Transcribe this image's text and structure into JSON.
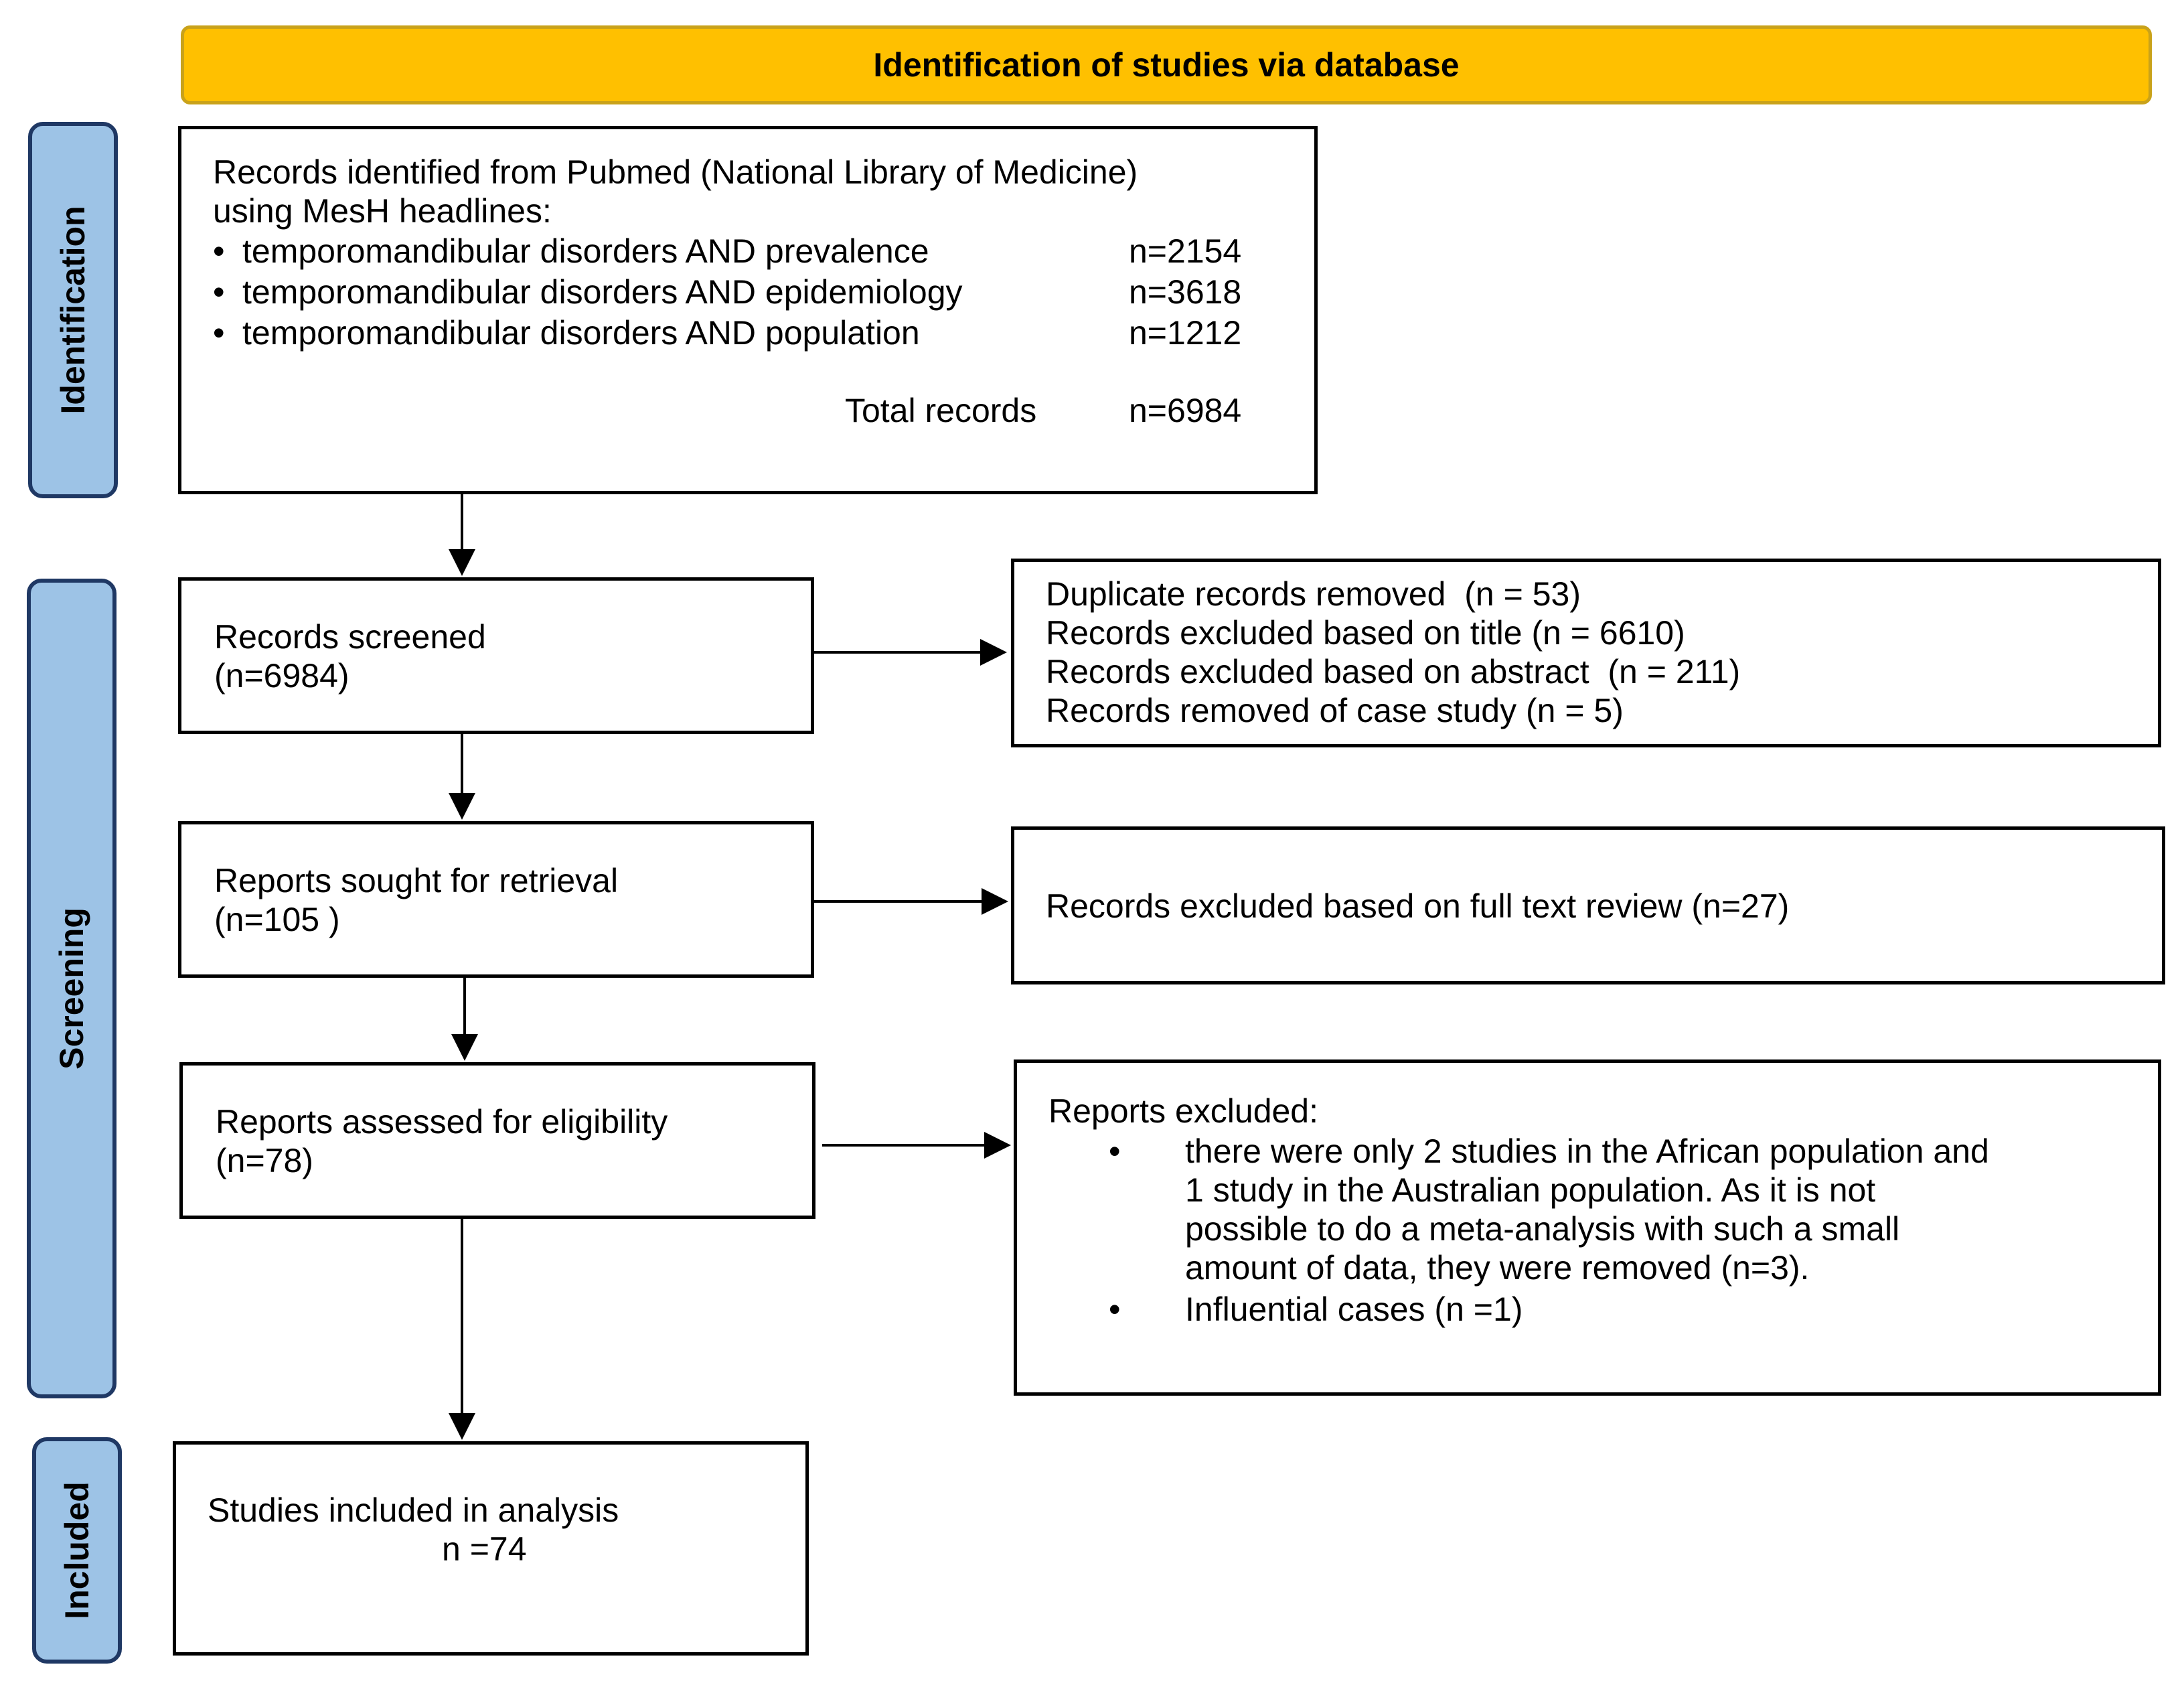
{
  "banner": "Identification of studies via database",
  "stages": {
    "identification": "Identification",
    "screening": "Screening",
    "included": "Included"
  },
  "identification_box": {
    "line1": "Records identified from Pubmed (National Library of Medicine)",
    "line2": "using MesH headlines:",
    "queries": [
      {
        "label": "temporomandibular disorders AND prevalence",
        "n": "n=2154"
      },
      {
        "label": "temporomandibular disorders AND epidemiology",
        "n": "n=3618"
      },
      {
        "label": "temporomandibular disorders AND population",
        "n": "n=1212"
      }
    ],
    "total_label": "Total records",
    "total_n": "n=6984"
  },
  "screened": {
    "title": "Records screened",
    "n": "(n=6984)"
  },
  "screened_exclusions": [
    "Duplicate records removed  (n = 53)",
    "Records excluded based on title (n = 6610)",
    "Records excluded based on abstract  (n = 211)",
    "Records removed of case study (n = 5)"
  ],
  "sought": {
    "title": "Reports sought for retrieval",
    "n": "(n=105 )"
  },
  "sought_exclusion": "Records excluded based on full text review (n=27)",
  "assessed": {
    "title": "Reports assessed for eligibility",
    "n": "(n=78)"
  },
  "reports_excluded": {
    "heading": "Reports excluded:",
    "item1_lines": [
      "there were only 2 studies in the African population and",
      "1 study in the Australian population. As it is not",
      "possible to do a meta-analysis with such a small",
      "amount of data, they were removed (n=3)."
    ],
    "item2": "Influential cases (n =1)"
  },
  "included": {
    "title": "Studies included in analysis",
    "n": "n =74"
  }
}
